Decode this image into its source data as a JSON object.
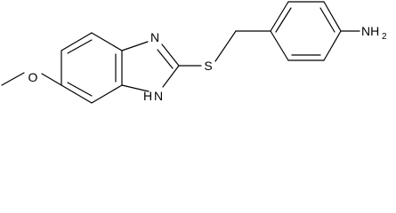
{
  "molecule": {
    "atoms": {
      "methoxy_o": "O",
      "ring_n_top": "N",
      "ring_nh_h": "H",
      "ring_nh_n": "N",
      "thioether_s": "S",
      "amine_n": "N",
      "amine_h": "H",
      "amine_h_count": "2"
    }
  }
}
